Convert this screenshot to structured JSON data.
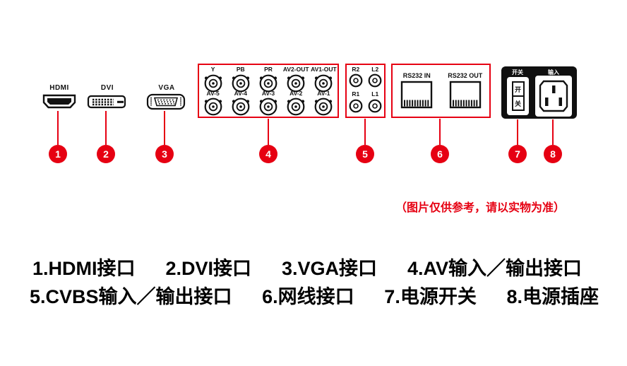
{
  "colors": {
    "accent_red": "#e60012",
    "ink": "#111111",
    "background": "#ffffff"
  },
  "connectors": {
    "hdmi": {
      "label": "HDMI"
    },
    "dvi": {
      "label": "DVI"
    },
    "vga": {
      "label": "VGA"
    }
  },
  "av_group": {
    "top_labels": [
      "Y",
      "PB",
      "PR",
      "AV2-OUT",
      "AV1-OUT"
    ],
    "bottom_labels": [
      "AV-5",
      "AV-4",
      "AV-3",
      "AV-2",
      "AV-1"
    ]
  },
  "cvbs_group": {
    "top_labels": [
      "R2",
      "L2"
    ],
    "bottom_labels": [
      "R1",
      "L1"
    ]
  },
  "rs232_group": {
    "labels": [
      "RS232 IN",
      "RS232 OUT"
    ]
  },
  "power_group": {
    "switch_label": "开关",
    "inlet_label": "输入",
    "switch_on": "开",
    "switch_off": "关"
  },
  "callouts": [
    "1",
    "2",
    "3",
    "4",
    "5",
    "6",
    "7",
    "8"
  ],
  "note": "（图片仅供参考，请以实物为准）",
  "legend": {
    "row1": [
      "1.HDMI接口",
      "2.DVI接口",
      "3.VGA接口",
      "4.AV输入／输出接口"
    ],
    "row2": [
      "5.CVBS输入／输出接口",
      "6.网线接口",
      "7.电源开关",
      "8.电源插座"
    ]
  }
}
